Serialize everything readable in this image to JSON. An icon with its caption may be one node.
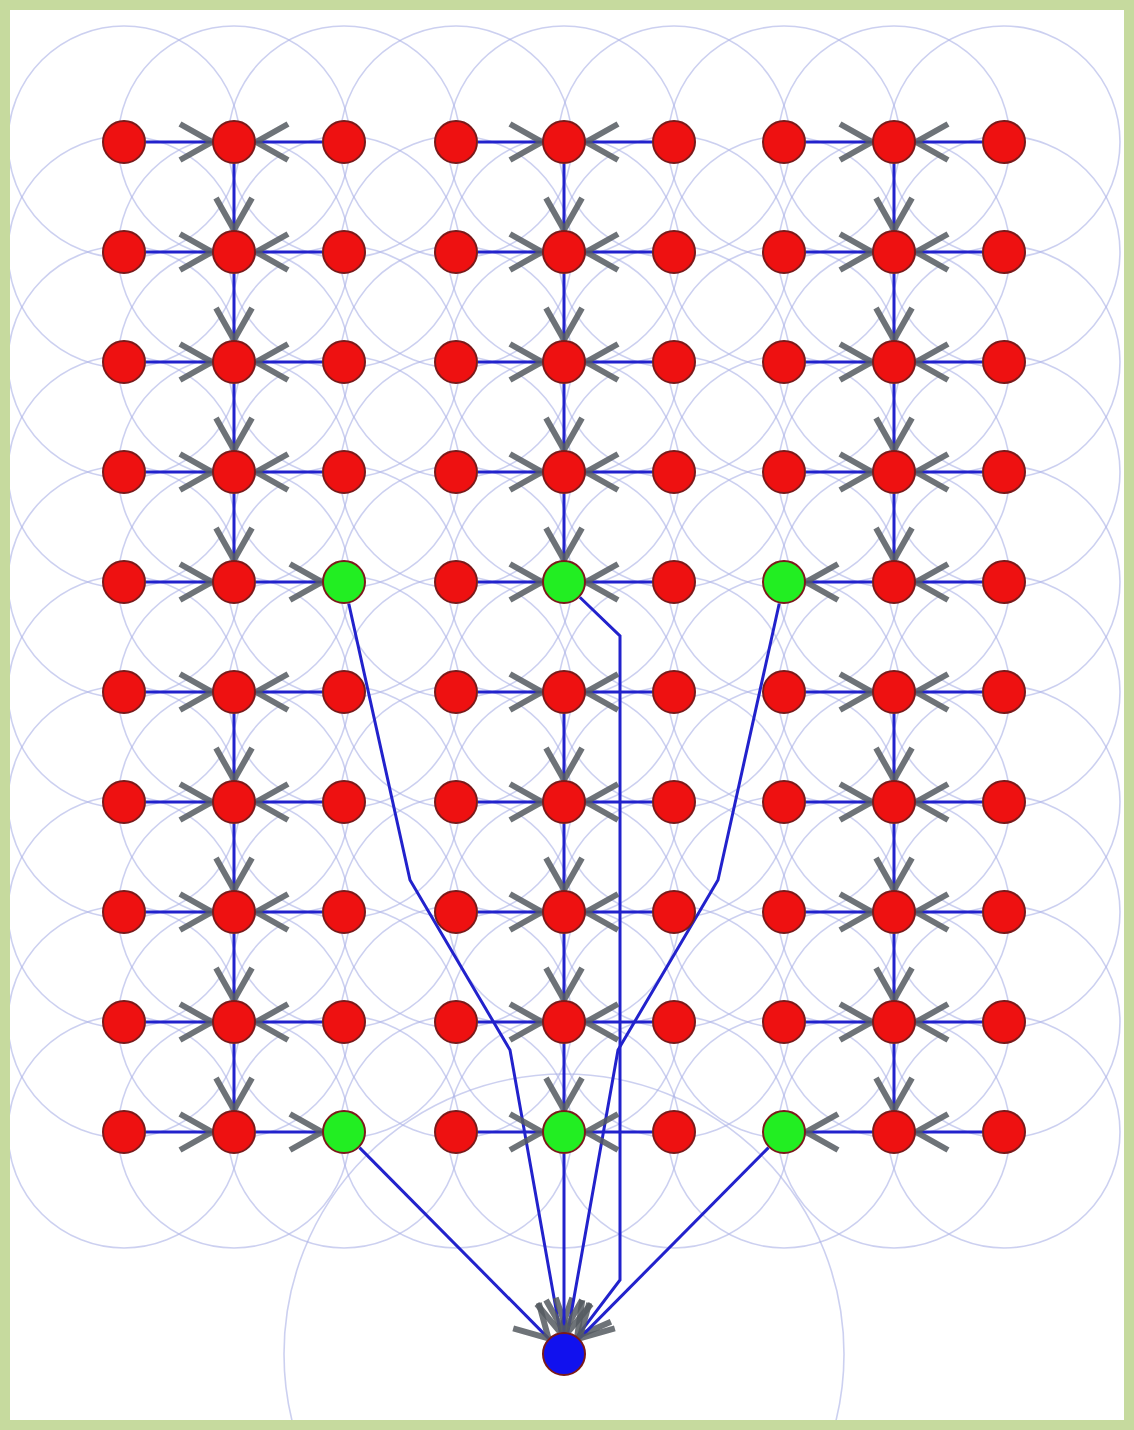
{
  "diagram": {
    "nodes": [
      {
        "text": [],
        "shape": "circle"
      },
      {
        "text": [],
        "shape": "circle"
      },
      {
        "text": [],
        "shape": "circle"
      },
      {
        "text": [],
        "shape": "circle"
      },
      {
        "text": [],
        "shape": "circle"
      },
      {
        "text": [],
        "shape": "circle"
      },
      {
        "text": [],
        "shape": "circle"
      },
      {
        "text": [],
        "shape": "circle"
      },
      {
        "text": [],
        "shape": "circle"
      },
      {
        "text": [],
        "shape": "circle"
      },
      {
        "text": [],
        "shape": "circle"
      },
      {
        "text": [],
        "shape": "circle"
      },
      {
        "text": [],
        "shape": "circle"
      },
      {
        "text": [],
        "shape": "circle"
      },
      {
        "text": [],
        "shape": "circle"
      },
      {
        "text": [],
        "shape": "circle"
      },
      {
        "text": [],
        "shape": "circle"
      },
      {
        "text": [],
        "shape": "circle"
      },
      {
        "text": [],
        "shape": "circle"
      },
      {
        "text": [],
        "shape": "circle"
      },
      {
        "text": [],
        "shape": "circle"
      },
      {
        "text": [],
        "shape": "circle"
      },
      {
        "text": [],
        "shape": "circle"
      },
      {
        "text": [],
        "shape": "circle"
      },
      {
        "text": [],
        "shape": "circle"
      },
      {
        "text": [],
        "shape": "circle"
      },
      {
        "text": [],
        "shape": "circle"
      },
      {
        "text": [],
        "shape": "circle"
      },
      {
        "text": [],
        "shape": "circle"
      },
      {
        "text": [],
        "shape": "circle"
      },
      {
        "text": [],
        "shape": "circle"
      },
      {
        "text": [],
        "shape": "circle"
      },
      {
        "text": [],
        "shape": "circle"
      },
      {
        "text": [],
        "shape": "circle"
      },
      {
        "text": [],
        "shape": "circle"
      },
      {
        "text": [],
        "shape": "circle"
      },
      {
        "text": [],
        "shape": "circle"
      },
      {
        "text": [],
        "shape": "circle"
      },
      {
        "text": [],
        "shape": "circle"
      },
      {
        "text": [],
        "shape": "circle"
      },
      {
        "text": [],
        "shape": "circle"
      },
      {
        "text": [],
        "shape": "circle"
      },
      {
        "text": [],
        "shape": "circle"
      },
      {
        "text": [],
        "shape": "circle"
      },
      {
        "text": [],
        "shape": "circle"
      },
      {
        "text": [],
        "shape": "circle"
      },
      {
        "text": [],
        "shape": "circle"
      },
      {
        "text": [],
        "shape": "circle"
      },
      {
        "text": [],
        "shape": "circle"
      },
      {
        "text": [],
        "shape": "circle"
      },
      {
        "text": [],
        "shape": "circle"
      },
      {
        "text": [],
        "shape": "circle"
      },
      {
        "text": [],
        "shape": "circle"
      },
      {
        "text": [],
        "shape": "circle"
      },
      {
        "text": [],
        "shape": "circle"
      },
      {
        "text": [],
        "shape": "circle"
      },
      {
        "text": [],
        "shape": "circle"
      },
      {
        "text": [],
        "shape": "circle"
      },
      {
        "text": [],
        "shape": "circle"
      },
      {
        "text": [],
        "shape": "circle"
      },
      {
        "text": [],
        "shape": "circle"
      },
      {
        "text": [],
        "shape": "circle"
      },
      {
        "text": [],
        "shape": "circle"
      },
      {
        "text": [],
        "shape": "circle"
      },
      {
        "text": [],
        "shape": "circle"
      },
      {
        "text": [],
        "shape": "circle"
      },
      {
        "text": [],
        "shape": "circle"
      },
      {
        "text": [],
        "shape": "circle"
      },
      {
        "text": [],
        "shape": "circle"
      },
      {
        "text": [],
        "shape": "circle"
      },
      {
        "text": [],
        "shape": "circle"
      },
      {
        "text": [],
        "shape": "circle"
      },
      {
        "text": [],
        "shape": "circle"
      },
      {
        "text": [],
        "shape": "circle"
      },
      {
        "text": [],
        "shape": "circle"
      },
      {
        "text": [],
        "shape": "circle"
      },
      {
        "text": [],
        "shape": "circle"
      },
      {
        "text": [],
        "shape": "circle"
      },
      {
        "text": [],
        "shape": "circle"
      },
      {
        "text": [],
        "shape": "circle"
      },
      {
        "text": [],
        "shape": "circle"
      },
      {
        "text": [],
        "shape": "circle"
      },
      {
        "text": [],
        "shape": "circle"
      },
      {
        "text": [],
        "shape": "circle"
      },
      {
        "text": [],
        "shape": "circle"
      },
      {
        "text": [],
        "shape": "circle"
      },
      {
        "text": [],
        "shape": "circle"
      },
      {
        "text": [],
        "shape": "circle"
      },
      {
        "text": [],
        "shape": "circle"
      },
      {
        "text": [],
        "shape": "circle"
      },
      {
        "text": [],
        "shape": "circle"
      }
    ],
    "edges": [
      {
        "from": 0,
        "to": 1,
        "arrow": "to"
      },
      {
        "from": 2,
        "to": 1,
        "arrow": "to"
      },
      {
        "from": 3,
        "to": 4,
        "arrow": "to"
      },
      {
        "from": 5,
        "to": 4,
        "arrow": "to"
      },
      {
        "from": 6,
        "to": 7,
        "arrow": "to"
      },
      {
        "from": 8,
        "to": 7,
        "arrow": "to"
      },
      {
        "from": 1,
        "to": 10,
        "arrow": "to"
      },
      {
        "from": 4,
        "to": 13,
        "arrow": "to"
      },
      {
        "from": 7,
        "to": 16,
        "arrow": "to"
      },
      {
        "from": 9,
        "to": 10,
        "arrow": "to"
      },
      {
        "from": 11,
        "to": 10,
        "arrow": "to"
      },
      {
        "from": 12,
        "to": 13,
        "arrow": "to"
      },
      {
        "from": 14,
        "to": 13,
        "arrow": "to"
      },
      {
        "from": 15,
        "to": 16,
        "arrow": "to"
      },
      {
        "from": 17,
        "to": 16,
        "arrow": "to"
      },
      {
        "from": 10,
        "to": 19,
        "arrow": "to"
      },
      {
        "from": 13,
        "to": 22,
        "arrow": "to"
      },
      {
        "from": 16,
        "to": 25,
        "arrow": "to"
      },
      {
        "from": 18,
        "to": 19,
        "arrow": "to"
      },
      {
        "from": 20,
        "to": 19,
        "arrow": "to"
      },
      {
        "from": 21,
        "to": 22,
        "arrow": "to"
      },
      {
        "from": 23,
        "to": 22,
        "arrow": "to"
      },
      {
        "from": 24,
        "to": 25,
        "arrow": "to"
      },
      {
        "from": 26,
        "to": 25,
        "arrow": "to"
      },
      {
        "from": 19,
        "to": 28,
        "arrow": "to"
      },
      {
        "from": 22,
        "to": 31,
        "arrow": "to"
      },
      {
        "from": 25,
        "to": 34,
        "arrow": "to"
      },
      {
        "from": 27,
        "to": 28,
        "arrow": "to"
      },
      {
        "from": 29,
        "to": 28,
        "arrow": "to"
      },
      {
        "from": 30,
        "to": 31,
        "arrow": "to"
      },
      {
        "from": 32,
        "to": 31,
        "arrow": "to"
      },
      {
        "from": 33,
        "to": 34,
        "arrow": "to"
      },
      {
        "from": 35,
        "to": 34,
        "arrow": "to"
      },
      {
        "from": 28,
        "to": 37,
        "arrow": "to"
      },
      {
        "from": 31,
        "to": 40,
        "arrow": "to"
      },
      {
        "from": 34,
        "to": 43,
        "arrow": "to"
      },
      {
        "from": 36,
        "to": 37,
        "arrow": "to"
      },
      {
        "from": 37,
        "to": 38,
        "arrow": "to"
      },
      {
        "from": 39,
        "to": 40,
        "arrow": "to"
      },
      {
        "from": 41,
        "to": 40,
        "arrow": "to"
      },
      {
        "from": 43,
        "to": 42,
        "arrow": "to"
      },
      {
        "from": 44,
        "to": 43,
        "arrow": "to"
      },
      {
        "from": 38,
        "to": 90,
        "arrow": "to"
      },
      {
        "from": 40,
        "to": 90,
        "arrow": "to"
      },
      {
        "from": 42,
        "to": 90,
        "arrow": "to"
      },
      {
        "from": 45,
        "to": 46,
        "arrow": "to"
      },
      {
        "from": 47,
        "to": 46,
        "arrow": "to"
      },
      {
        "from": 48,
        "to": 49,
        "arrow": "to"
      },
      {
        "from": 50,
        "to": 49,
        "arrow": "to"
      },
      {
        "from": 51,
        "to": 52,
        "arrow": "to"
      },
      {
        "from": 53,
        "to": 52,
        "arrow": "to"
      },
      {
        "from": 46,
        "to": 55,
        "arrow": "to"
      },
      {
        "from": 49,
        "to": 58,
        "arrow": "to"
      },
      {
        "from": 52,
        "to": 61,
        "arrow": "to"
      },
      {
        "from": 54,
        "to": 55,
        "arrow": "to"
      },
      {
        "from": 56,
        "to": 55,
        "arrow": "to"
      },
      {
        "from": 57,
        "to": 58,
        "arrow": "to"
      },
      {
        "from": 59,
        "to": 58,
        "arrow": "to"
      },
      {
        "from": 60,
        "to": 61,
        "arrow": "to"
      },
      {
        "from": 62,
        "to": 61,
        "arrow": "to"
      },
      {
        "from": 55,
        "to": 64,
        "arrow": "to"
      },
      {
        "from": 58,
        "to": 67,
        "arrow": "to"
      },
      {
        "from": 61,
        "to": 70,
        "arrow": "to"
      },
      {
        "from": 63,
        "to": 64,
        "arrow": "to"
      },
      {
        "from": 65,
        "to": 64,
        "arrow": "to"
      },
      {
        "from": 66,
        "to": 67,
        "arrow": "to"
      },
      {
        "from": 68,
        "to": 67,
        "arrow": "to"
      },
      {
        "from": 69,
        "to": 70,
        "arrow": "to"
      },
      {
        "from": 71,
        "to": 70,
        "arrow": "to"
      },
      {
        "from": 64,
        "to": 73,
        "arrow": "to"
      },
      {
        "from": 67,
        "to": 76,
        "arrow": "to"
      },
      {
        "from": 70,
        "to": 79,
        "arrow": "to"
      },
      {
        "from": 72,
        "to": 73,
        "arrow": "to"
      },
      {
        "from": 74,
        "to": 73,
        "arrow": "to"
      },
      {
        "from": 75,
        "to": 76,
        "arrow": "to"
      },
      {
        "from": 77,
        "to": 76,
        "arrow": "to"
      },
      {
        "from": 78,
        "to": 79,
        "arrow": "to"
      },
      {
        "from": 80,
        "to": 79,
        "arrow": "to"
      },
      {
        "from": 73,
        "to": 82,
        "arrow": "to"
      },
      {
        "from": 76,
        "to": 85,
        "arrow": "to"
      },
      {
        "from": 79,
        "to": 88,
        "arrow": "to"
      },
      {
        "from": 81,
        "to": 82,
        "arrow": "to"
      },
      {
        "from": 82,
        "to": 83,
        "arrow": "to"
      },
      {
        "from": 84,
        "to": 85,
        "arrow": "to"
      },
      {
        "from": 86,
        "to": 85,
        "arrow": "to"
      },
      {
        "from": 88,
        "to": 87,
        "arrow": "to"
      },
      {
        "from": 89,
        "to": 88,
        "arrow": "to"
      },
      {
        "from": 83,
        "to": 90,
        "arrow": "to"
      },
      {
        "from": 85,
        "to": 90,
        "arrow": "to"
      },
      {
        "from": 87,
        "to": 90,
        "arrow": "to"
      }
    ]
  }
}
